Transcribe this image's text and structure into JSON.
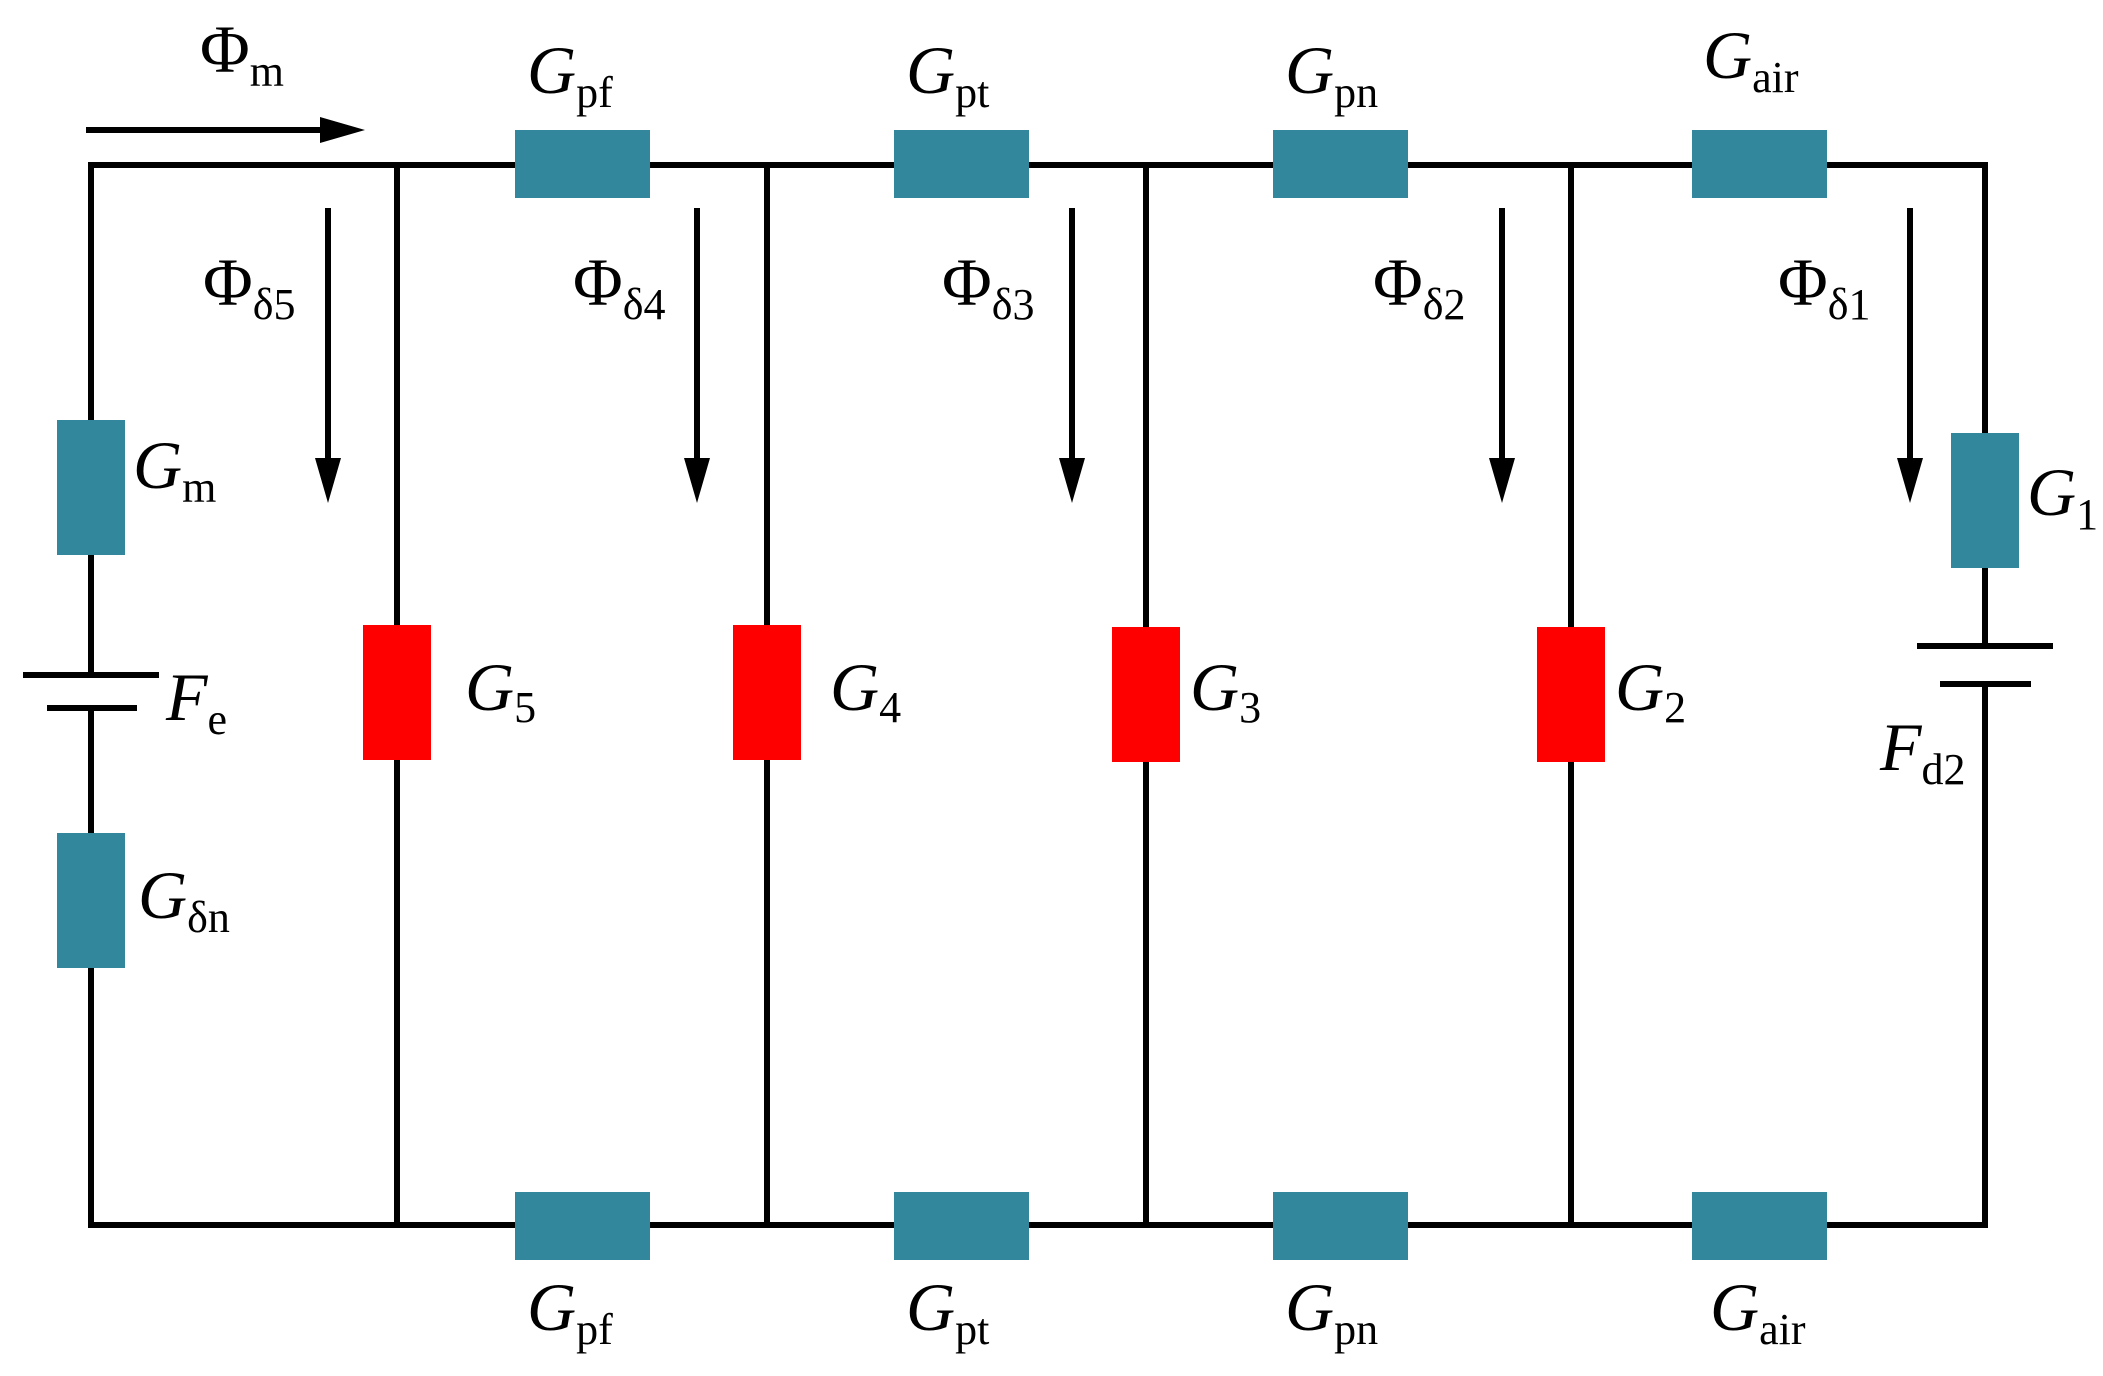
{
  "colors": {
    "wire": "#000000",
    "series_element": "#32879C",
    "shunt_element": "#FF0000"
  },
  "flux": {
    "main": {
      "symbol": "Φ",
      "sub": "m"
    },
    "branches": [
      {
        "symbol": "Φ",
        "sub": "δ5"
      },
      {
        "symbol": "Φ",
        "sub": "δ4"
      },
      {
        "symbol": "Φ",
        "sub": "δ3"
      },
      {
        "symbol": "Φ",
        "sub": "δ2"
      },
      {
        "symbol": "Φ",
        "sub": "δ1"
      }
    ]
  },
  "top_series": [
    {
      "symbol": "G",
      "sub": "pf"
    },
    {
      "symbol": "G",
      "sub": "pt"
    },
    {
      "symbol": "G",
      "sub": "pn"
    },
    {
      "symbol": "G",
      "sub": "air"
    }
  ],
  "bottom_series": [
    {
      "symbol": "G",
      "sub": "pf"
    },
    {
      "symbol": "G",
      "sub": "pt"
    },
    {
      "symbol": "G",
      "sub": "pn"
    },
    {
      "symbol": "G",
      "sub": "air"
    }
  ],
  "shunt": [
    {
      "symbol": "G",
      "sub": "5"
    },
    {
      "symbol": "G",
      "sub": "4"
    },
    {
      "symbol": "G",
      "sub": "3"
    },
    {
      "symbol": "G",
      "sub": "2"
    }
  ],
  "left_branch": {
    "upper_resistor": {
      "symbol": "G",
      "sub": "m"
    },
    "source": {
      "symbol": "F",
      "sub": "e"
    },
    "lower_resistor": {
      "symbol": "G",
      "sub": "δn"
    }
  },
  "right_branch": {
    "resistor": {
      "symbol": "G",
      "sub": "1"
    },
    "source": {
      "symbol": "F",
      "sub": "d2"
    }
  }
}
